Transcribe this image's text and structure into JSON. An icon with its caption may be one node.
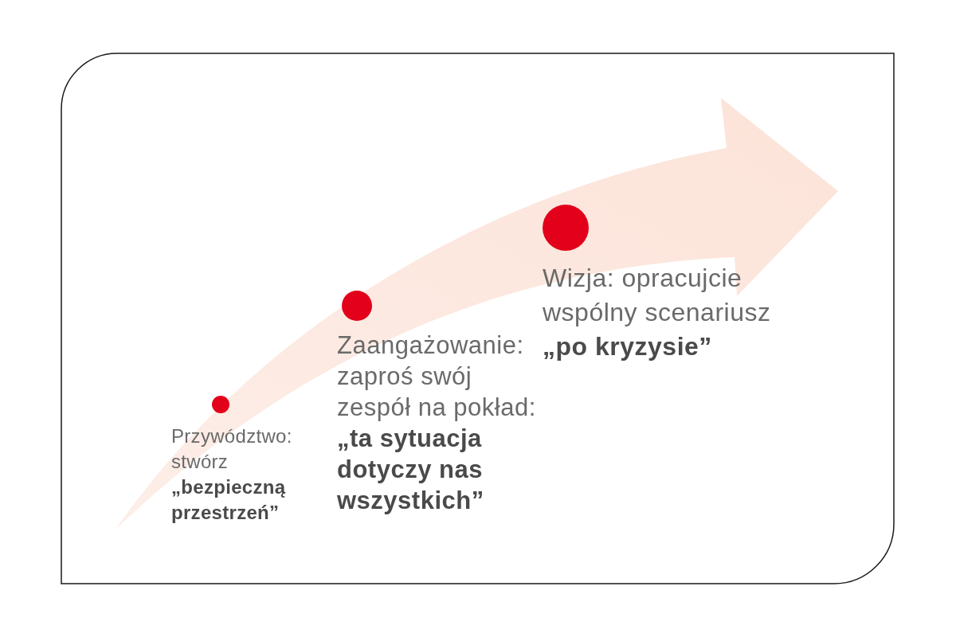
{
  "diagram": {
    "nodes": [
      {
        "text": [],
        "shape": "circle",
        "beside": [
          "Przywództwo: stwórz",
          "„bezpieczną przestrzeń”"
        ]
      },
      {
        "text": [],
        "shape": "circle",
        "beside": [
          "Zaangażowanie: zaproś swój zespół na pokład:",
          "„ta sytuacja dotyczy nas wszystkich”"
        ]
      },
      {
        "text": [],
        "shape": "circle",
        "beside": [
          "Wizja: opracujcie wspólny scenariusz",
          "„po kryzysie”"
        ]
      }
    ]
  }
}
